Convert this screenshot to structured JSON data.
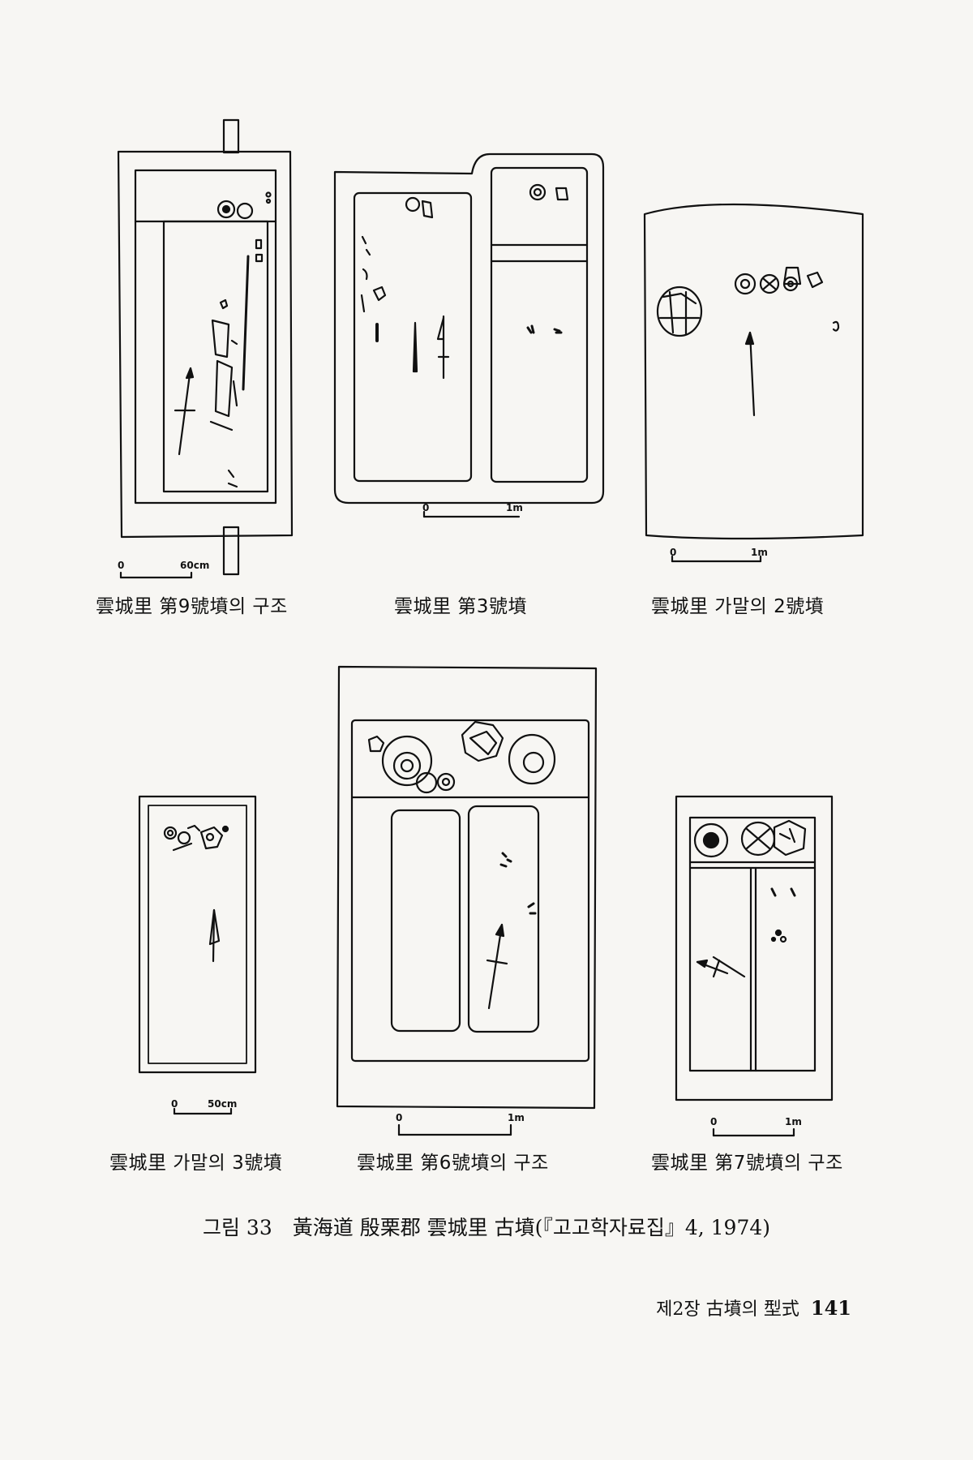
{
  "figures": [
    {
      "caption": "雲城里 第9號墳의 구조",
      "scale_zero": "0",
      "scale_end": "60cm"
    },
    {
      "caption": "雲城里 第3號墳",
      "scale_zero": "0",
      "scale_end": "1m"
    },
    {
      "caption": "雲城里 가말의 2號墳",
      "scale_zero": "0",
      "scale_end": "1m"
    },
    {
      "caption": "雲城里 가말의 3號墳",
      "scale_zero": "0",
      "scale_end": "50cm"
    },
    {
      "caption": "雲城里 第6號墳의 구조",
      "scale_zero": "0",
      "scale_end": "1m"
    },
    {
      "caption": "雲城里 第7號墳의 구조",
      "scale_zero": "0",
      "scale_end": "1m"
    }
  ],
  "figure_caption": "그림 33　黃海道 殷栗郡 雲城里 古墳(『고고학자료집』4, 1974)",
  "footer": {
    "chapter": "제2장 古墳의 型式",
    "page_number": "141"
  },
  "colors": {
    "ink": "#111111",
    "paper": "#f7f6f3"
  }
}
